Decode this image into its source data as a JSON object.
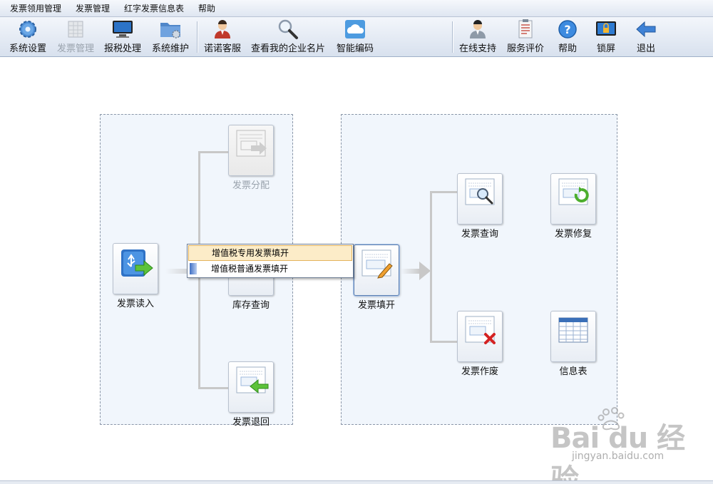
{
  "menubar": {
    "items": [
      "发票领用管理",
      "发票管理",
      "红字发票信息表",
      "帮助"
    ]
  },
  "toolbar": {
    "buttons": [
      {
        "label": "系统设置",
        "icon": "gear-icon",
        "enabled": true
      },
      {
        "label": "发票管理",
        "icon": "invoice-grid-icon",
        "enabled": false
      },
      {
        "label": "报税处理",
        "icon": "monitor-icon",
        "enabled": true
      },
      {
        "label": "系统维护",
        "icon": "folder-gear-icon",
        "enabled": true
      },
      {
        "label": "诺诺客服",
        "icon": "agent-icon",
        "enabled": true
      },
      {
        "label": "查看我的企业名片",
        "icon": "magnifier-icon",
        "enabled": true
      },
      {
        "label": "智能编码",
        "icon": "cloud-icon",
        "enabled": true
      },
      {
        "label": "在线支持",
        "icon": "user-support-icon",
        "enabled": true
      },
      {
        "label": "服务评价",
        "icon": "clipboard-icon",
        "enabled": true
      },
      {
        "label": "帮助",
        "icon": "help-icon",
        "enabled": true
      },
      {
        "label": "锁屏",
        "icon": "lock-screen-icon",
        "enabled": true
      },
      {
        "label": "退出",
        "icon": "exit-arrow-icon",
        "enabled": true
      }
    ]
  },
  "workflow": {
    "left": {
      "read": "发票读入",
      "distribute": "发票分配",
      "stock_query": "库存查询",
      "return": "发票退回"
    },
    "right": {
      "issue": "发票填开",
      "query": "发票查询",
      "repair": "发票修复",
      "void": "发票作废",
      "info_table": "信息表"
    }
  },
  "context_menu": {
    "items": [
      "增值税专用发票填开",
      "增值税普通发票填开"
    ]
  },
  "watermark": {
    "text": "Bai du 经验",
    "sub": "jingyan.baidu.com"
  },
  "colors": {
    "panel_bg": "#f1f6fc",
    "menu_hover": "#fcecc8",
    "accent_blue": "#3f6fc4"
  }
}
